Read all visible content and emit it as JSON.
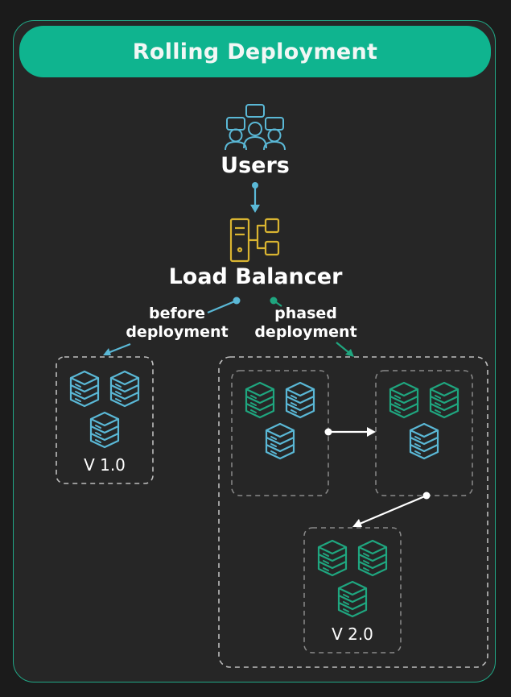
{
  "title": "Rolling Deployment",
  "nodes": {
    "users": "Users",
    "load_balancer": "Load Balancer"
  },
  "edge_labels": {
    "before": "before\ndeployment",
    "phased": "phased\ndeployment"
  },
  "groups": {
    "v1": "V 1.0",
    "v2": "V 2.0"
  },
  "icons": {
    "users": "users-group-icon",
    "load_balancer": "load-balancer-icon",
    "server": "server-stack-icon"
  },
  "colors": {
    "accent": "#0fb48f",
    "old_version": "#5ab8d6",
    "new_version": "#1fa67f",
    "load_balancer": "#d9b431",
    "dashed_border": "#bdbdbd"
  }
}
